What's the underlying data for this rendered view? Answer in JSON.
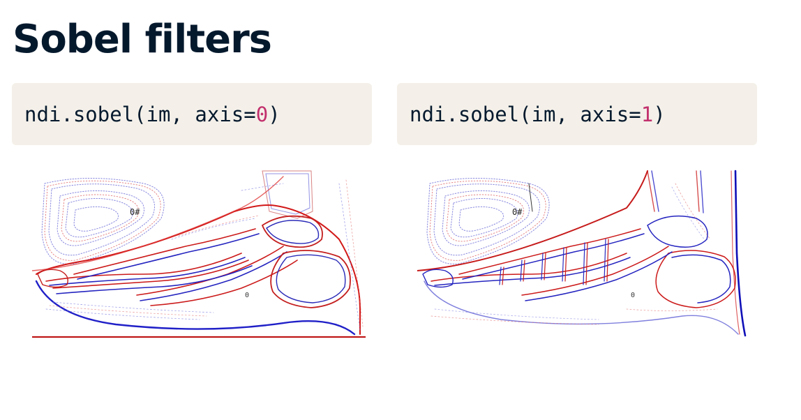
{
  "slide": {
    "title": "Sobel filters"
  },
  "code_blocks": [
    {
      "prefix": "ndi.sobel(im, axis=",
      "number": "0",
      "suffix": ")"
    },
    {
      "prefix": "ndi.sobel(im, axis=",
      "number": "1",
      "suffix": ")"
    }
  ],
  "images": [
    {
      "description_icon": "sobel-axis0-foot-xray-image"
    },
    {
      "description_icon": "sobel-axis1-foot-xray-image"
    }
  ],
  "colors": {
    "title": "#05192d",
    "code_background": "#f4f0e9",
    "code_number": "#c2306d",
    "edge_red": "#d40000",
    "edge_blue": "#1a1acc"
  }
}
